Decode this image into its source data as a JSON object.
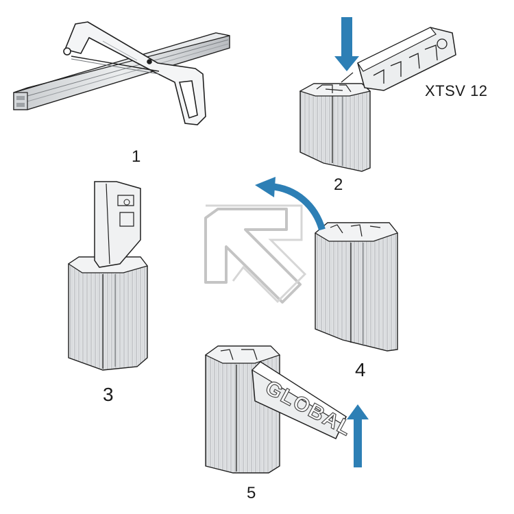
{
  "steps": [
    {
      "label": "1"
    },
    {
      "label": "2",
      "model_code": "XTSV 12"
    },
    {
      "label": "3"
    },
    {
      "label": "4"
    },
    {
      "label": "5",
      "cover_text": "GLOBAL"
    }
  ],
  "colors": {
    "arrow_blue": "#2d7fb5",
    "outline": "#1f1f1f",
    "metal": "#d9dbdd",
    "metal_dark": "#b7babd",
    "watermark": "#bfbfbf"
  },
  "icons": {
    "watermark": "diagonal-arrow-outline-icon",
    "down": "blue-down-arrow-icon",
    "up": "blue-up-arrow-icon",
    "curved": "blue-curved-arrow-icon"
  }
}
